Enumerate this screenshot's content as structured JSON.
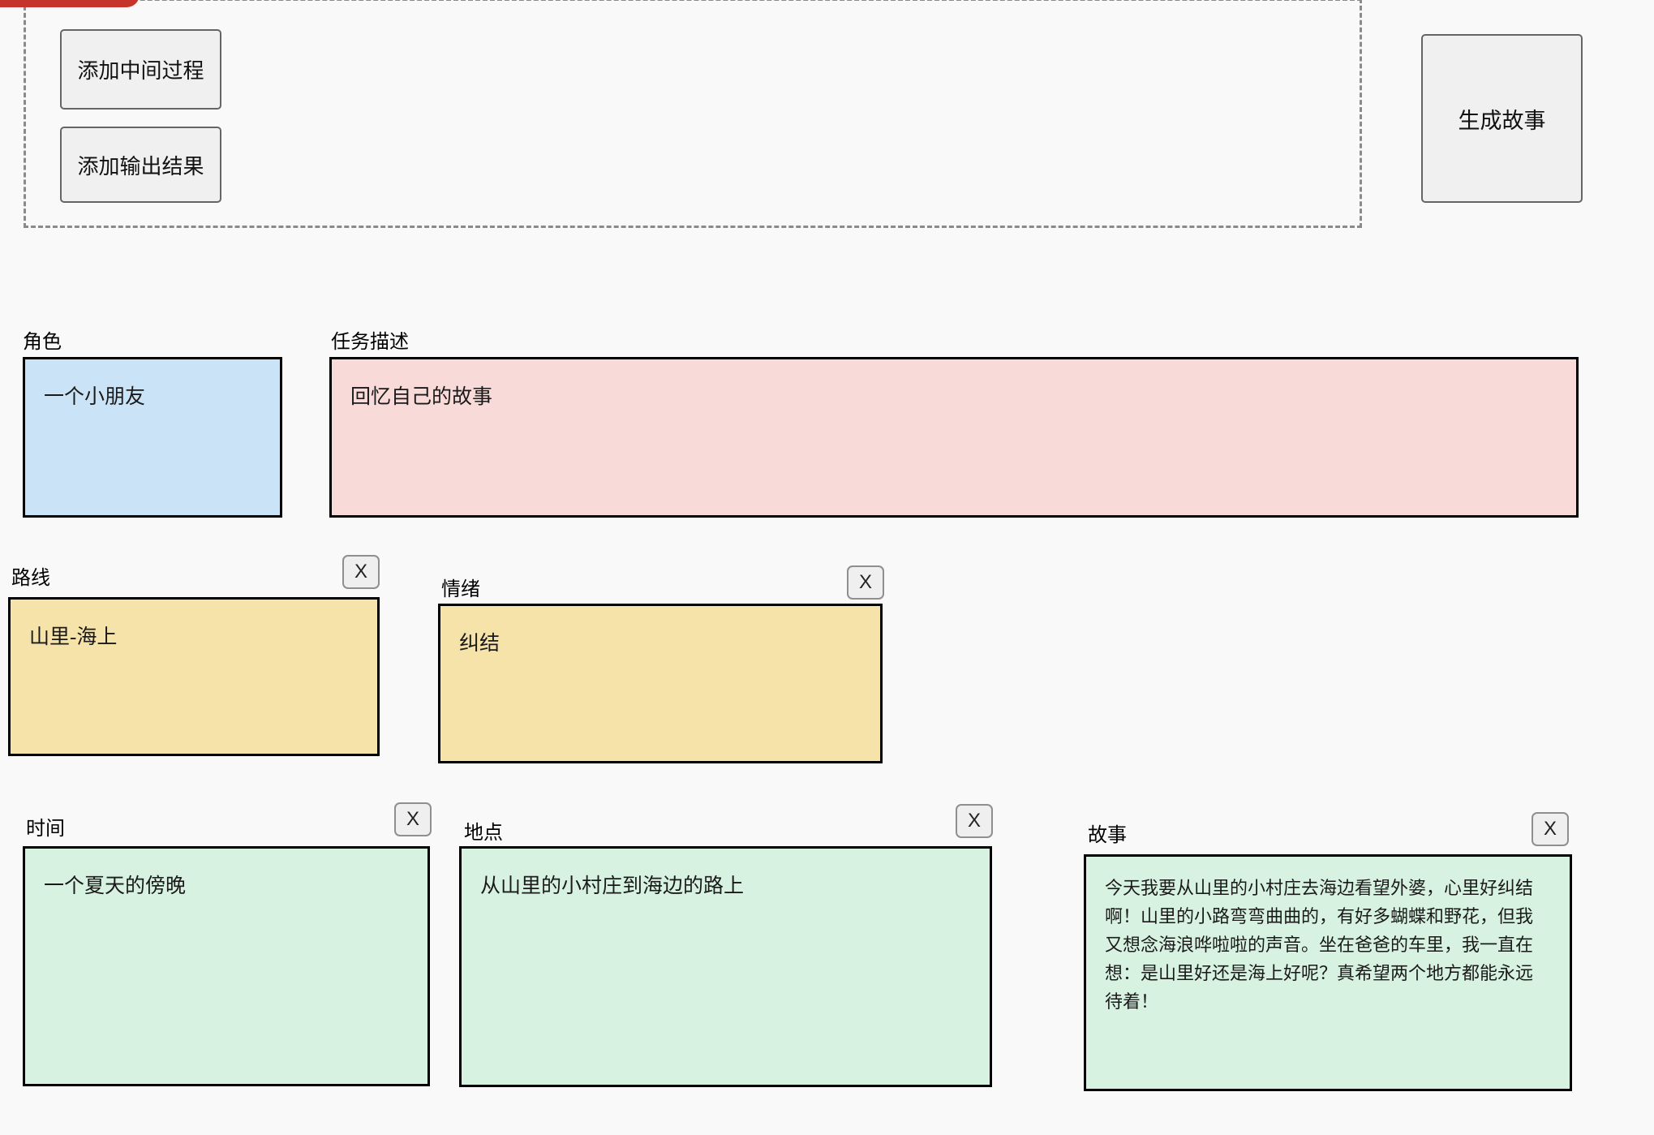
{
  "toolbar": {
    "add_process_label": "添加中间过程",
    "add_output_label": "添加输出结果",
    "generate_label": "生成故事",
    "accent_red": "#c5352b"
  },
  "cards": {
    "role": {
      "label": "角色",
      "content": "一个小朋友",
      "color": "#cbe3f6"
    },
    "task": {
      "label": "任务描述",
      "content": "回忆自己的故事",
      "color": "#f8dbd9"
    },
    "route": {
      "label": "路线",
      "content": "山里-海上",
      "color": "#f6e3aa",
      "close_label": "X"
    },
    "emotion": {
      "label": "情绪",
      "content": "纠结",
      "color": "#f6e3aa",
      "close_label": "X"
    },
    "time": {
      "label": "时间",
      "content": "一个夏天的傍晚",
      "color": "#d8f2e1",
      "close_label": "X"
    },
    "place": {
      "label": "地点",
      "content": "从山里的小村庄到海边的路上",
      "color": "#d8f2e1",
      "close_label": "X"
    },
    "story": {
      "label": "故事",
      "content": "今天我要从山里的小村庄去海边看望外婆，心里好纠结啊！山里的小路弯弯曲曲的，有好多蝴蝶和野花，但我又想念海浪哗啦啦的声音。坐在爸爸的车里，我一直在想：是山里好还是海上好呢？真希望两个地方都能永远待着！",
      "color": "#d8f2e1",
      "close_label": "X"
    }
  }
}
